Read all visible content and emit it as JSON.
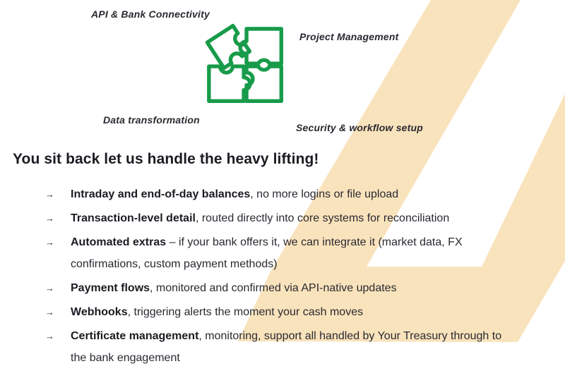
{
  "colors": {
    "accent_green": "#189B4A",
    "brand_yellow": "#F9E3BC",
    "text_dark": "#2A2931",
    "heading_dark": "#1C1B22"
  },
  "diagram": {
    "icon": "puzzle-pieces",
    "labels": {
      "top_left": "API & Bank Connectivity",
      "right": "Project Management",
      "bottom_left": "Data transformation",
      "bottom_right": "Security & workflow setup"
    }
  },
  "heading": "You sit back let us handle the heavy lifting!",
  "bullet_marker": "→",
  "bullets": [
    {
      "lead": "Intraday and end-of-day balances",
      "rest": ", no more logins or file upload"
    },
    {
      "lead": "Transaction-level detail",
      "rest": ", routed directly into core systems for reconciliation"
    },
    {
      "lead": "Automated extras",
      "rest": " – if your bank offers it, we can integrate it (market data, FX confirmations, custom payment methods)"
    },
    {
      "lead": "Payment flows",
      "rest": ", monitored and confirmed via API-native updates"
    },
    {
      "lead": "Webhooks",
      "rest": ", triggering alerts the moment your cash moves"
    },
    {
      "lead": "Certificate management",
      "rest": ", monitoring, support all handled by Your Treasury through to the bank engagement"
    }
  ]
}
